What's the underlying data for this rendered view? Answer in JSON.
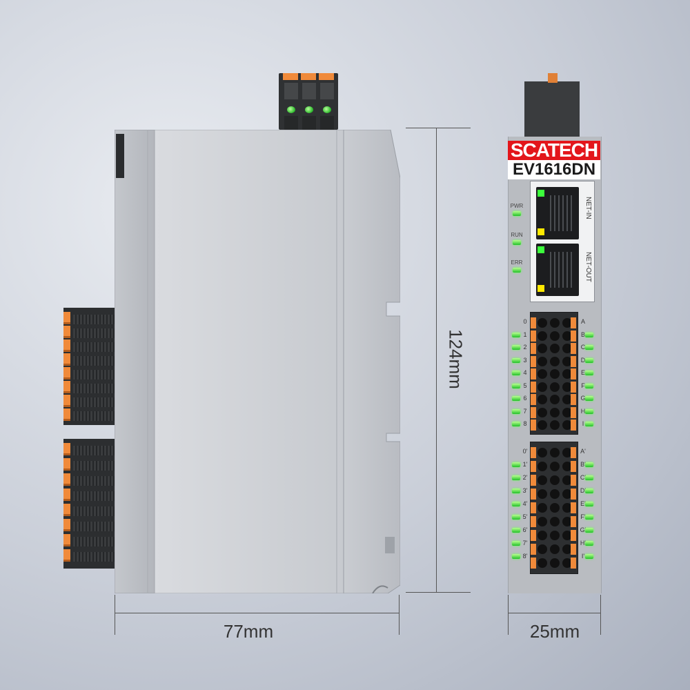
{
  "product": {
    "brand": "SCATECH",
    "model": "EV1616DN",
    "ports": {
      "net_in": "NET-IN",
      "net_out": "NET-OUT"
    },
    "status_leds": [
      "PWR",
      "RUN",
      "ERR"
    ],
    "channels_left_top": [
      "0",
      "1",
      "2",
      "3",
      "4",
      "5",
      "6",
      "7",
      "8"
    ],
    "channels_right_top": [
      "A",
      "B",
      "C",
      "D",
      "E",
      "F",
      "G",
      "H",
      "I"
    ],
    "channels_left_bottom": [
      "0'",
      "1'",
      "2'",
      "3'",
      "4'",
      "5'",
      "6'",
      "7'",
      "8'"
    ],
    "channels_right_bottom": [
      "A'",
      "B'",
      "C'",
      "D'",
      "E'",
      "F'",
      "G'",
      "H'",
      "I'"
    ]
  },
  "dimensions": {
    "height": "124mm",
    "depth": "77mm",
    "width": "25mm"
  },
  "colors": {
    "brand_red": "#e3161b",
    "terminal_orange": "#f08a3a",
    "led_green": "#2ad02a"
  }
}
